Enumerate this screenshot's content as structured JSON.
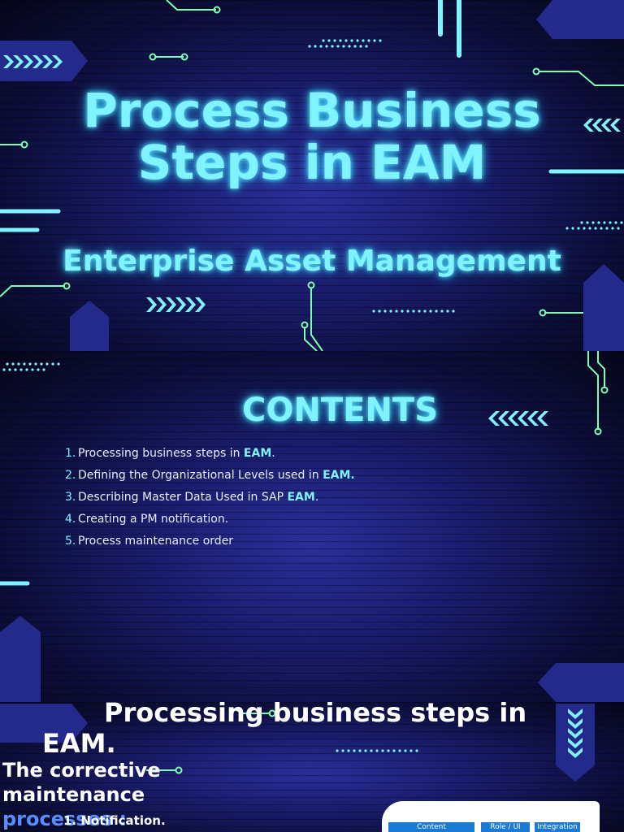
{
  "slide1": {
    "title_line1": "Process Business",
    "title_line2": "Steps in EAM",
    "subtitle": "Enterprise Asset Management"
  },
  "slide2": {
    "heading": "CONTENTS",
    "items": [
      {
        "num": "1.",
        "text": "Processing business steps in ",
        "highlight": "EAM",
        "suffix": "."
      },
      {
        "num": "2.",
        "text": "Defining the Organizational Levels used in ",
        "highlight": "EAM.",
        "suffix": ""
      },
      {
        "num": "3.",
        "text": "Describing Master Data Used in SAP ",
        "highlight": "EAM",
        "suffix": "."
      },
      {
        "num": "4.",
        "text": "Creating a PM notification.",
        "highlight": "",
        "suffix": ""
      },
      {
        "num": "5.",
        "text": "Process maintenance order",
        "highlight": "",
        "suffix": ""
      }
    ]
  },
  "slide3": {
    "title_line1": "Processing business steps in",
    "title_line2": "EAM.",
    "body_line1": "The corrective",
    "body_line2": "maintenance",
    "body_line3": "processes :",
    "overlap_text": "1. Notification.",
    "table_headers": [
      "Content",
      "Role / UI",
      "Integration"
    ]
  },
  "colors": {
    "accent": "#7ff3ff",
    "circuit": "#7dffb0",
    "shape": "#232a8c",
    "table_header": "#1a7ad4"
  }
}
